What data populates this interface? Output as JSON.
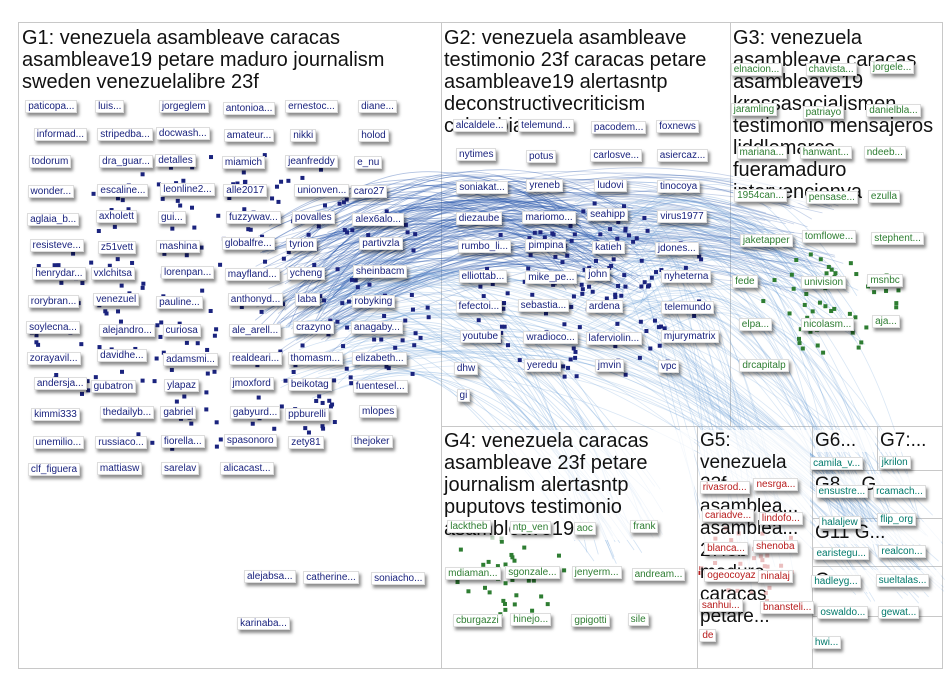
{
  "groups": [
    {
      "id": "G1",
      "title": "G1: venezuela asambleave caracas asambleave19 petare maduro journalism sweden venezuelalibre 23f"
    },
    {
      "id": "G2",
      "title": "G2: venezuela asambleave testimonio 23f caracas petare asambleave19 alertasntp deconstructivecriticism colombia"
    },
    {
      "id": "G3",
      "title": "G3: venezuela asambleave caracas asambleave19 krossasocialismen testimonio mensajeros liddlemarco fueramaduro intervencionya"
    },
    {
      "id": "G4",
      "title": "G4: venezuela caracas asambleave 23f petare journalism alertasntp puputovs testimonio asambleave19"
    },
    {
      "id": "G5",
      "title": "G5: venezuela 23f asamblea... asamblea... 27feb maduro caracas petare..."
    },
    {
      "id": "G6",
      "title": "G6..."
    },
    {
      "id": "G7",
      "title": "G7:..."
    },
    {
      "id": "G8",
      "title": "G8... G..."
    },
    {
      "id": "G9",
      "title": "G..."
    },
    {
      "id": "G11",
      "title": "G11 G..."
    },
    {
      "id": "G12",
      "title": "G..."
    }
  ],
  "node_labels": {
    "g1": [
      "paticopa...",
      "luis...",
      "jorgeglem",
      "antonioa...",
      "ernestoc...",
      "diane...",
      "informad...",
      "stripedba...",
      "docwash...",
      "amateur...",
      "nikki",
      "holod",
      "todorum",
      "dra_guar...",
      "detalles",
      "miamich",
      "jeanfreddy",
      "e_nu",
      "wonder...",
      "escaline...",
      "leonline2...",
      "alle2017",
      "unionven...",
      "caro27",
      "aglaia_b...",
      "axholett",
      "gui...",
      "fuzzywav...",
      "povalles",
      "alex6alo...",
      "resisteve...",
      "z51vett",
      "mashina",
      "globalfre...",
      "tyrion",
      "partivzla",
      "henrydar...",
      "vxlchitsa",
      "lorenpan...",
      "mayfland...",
      "ycheng",
      "sheinbacm",
      "rorybran...",
      "venezuel",
      "pauline...",
      "anthonyd...",
      "laba",
      "robyking",
      "soylecna...",
      "alejandro...",
      "curiosa",
      "ale_arell...",
      "crazyno",
      "anagaby...",
      "zorayavil...",
      "davidhe...",
      "adamsmi...",
      "realdeari...",
      "thomasm...",
      "elizabeth...",
      "andersja...",
      "gubatron",
      "ylapaz",
      "jmoxford",
      "beikotag",
      "fuentesel...",
      "kimmi333",
      "thedailyb...",
      "gabriel",
      "gabyurd...",
      "ppburelli",
      "mlopes",
      "unemilio...",
      "russiaco...",
      "fiorella...",
      "spasonoro",
      "zety81",
      "thejoker",
      "clf_figuera",
      "mattiasw",
      "sarelav",
      "alicacast..."
    ],
    "g2": [
      "alcaldele...",
      "telemund...",
      "pacodem...",
      "foxnews",
      "nytimes",
      "potus",
      "carlosve...",
      "asiercaz...",
      "soniakat...",
      "yreneb",
      "ludovi",
      "tinocoya",
      "diezaube",
      "mariomo...",
      "seahipp",
      "virus1977",
      "rumbo_li...",
      "pimpina",
      "katieh",
      "jdones...",
      "elliottab...",
      "mike_pe...",
      "john",
      "nyheterna",
      "fefectoi...",
      "sebastia...",
      "ardena",
      "telemundo",
      "youtube",
      "wradioco...",
      "laferviolin...",
      "mjurymatrix",
      "dhw",
      "yeredu",
      "jmvin",
      "vpc",
      "gi"
    ],
    "g3": [
      "elnacion...",
      "chavista...",
      "jorgele...",
      "jaramling",
      "patriayo",
      "danielbla...",
      "mariana...",
      "hanwant...",
      "ndeeb...",
      "1954can...",
      "pensase...",
      "ezulla",
      "jaketapper",
      "tomflowe...",
      "stephent...",
      "fede",
      "univision",
      "msnbc",
      "elpa...",
      "nicolasm...",
      "aja...",
      "drcapitalp"
    ],
    "g4": [
      "lacktheb",
      "ntp_ven",
      "aoc",
      "frank",
      "mdiaman...",
      "sgonzale...",
      "jenyerm...",
      "andream...",
      "cburgazzi",
      "hinejo...",
      "gpigotti",
      "sile"
    ],
    "g5": [
      "rivasrod...",
      "nesrga...",
      "cariadve...",
      "lindofo...",
      "blanca...",
      "shenoba",
      "ogeocoyaz",
      "ninalaj",
      "sanhui...",
      "bnansteli...",
      "de"
    ],
    "g6": [
      "camila_v...",
      "jkrilon",
      "ensustre...",
      "rcamach...",
      "halaljew",
      "flip_org",
      "earistegu...",
      "realcon...",
      "hadleyg...",
      "sueltalas...",
      "oswaldo...",
      "gewat...",
      "hwi..."
    ],
    "outer": [
      "alejabsa...",
      "catherine...",
      "soniacho...",
      "karinaba..."
    ]
  },
  "colors": {
    "edge_dense": "#1f4fa8",
    "edge_light": "#6aa0d8",
    "node_blue": "#1a237e",
    "node_green": "#2e7d32",
    "node_teal": "#00796b",
    "frame": "#c8c8c8"
  }
}
